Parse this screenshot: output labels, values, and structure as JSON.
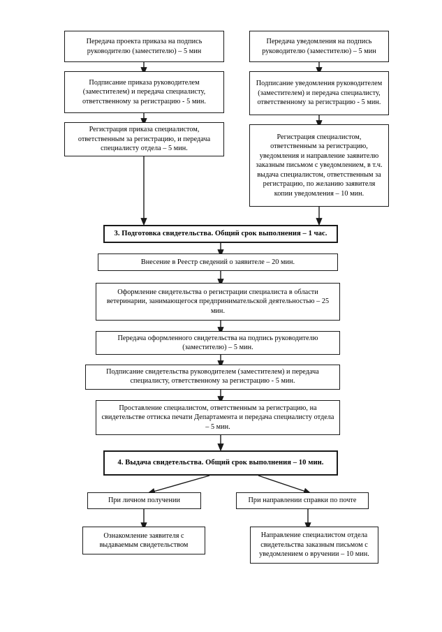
{
  "document": {
    "type": "process-flowchart",
    "language": "ru",
    "title": "Блок-схема: подготовка и выдача свидетельства"
  },
  "nodes": {
    "left_order_to_sign": "Передача проекта приказа на подпись руководителю (заместителю) – 5 мин",
    "left_order_signed": "Подписание приказа руководителем (заместителем) и передача специалисту, ответственному за регистрацию -  5 мин.",
    "left_order_registered": "Регистрация приказа специалистом, ответственным за регистрацию, и передача специалисту отдела – 5 мин.",
    "right_notice_to_sign": "Передача уведомления на подпись руководителю (заместителю) – 5 мин",
    "right_notice_signed": "Подписание уведомления руководителем (заместителем) и передача специалисту, ответственному за регистрацию -  5 мин.",
    "right_notice_registered": "Регистрация специалистом, ответственным за регистрацию, уведомления и направление заявителю заказным письмом с уведомлением, в т.ч. выдача специалистом, ответственным за регистрацию, по желанию заявителя копии уведомления – 10 мин.",
    "section_three": "3. Подготовка свидетельства. Общий срок выполнения – 1 час.",
    "registry_entry": "Внесение в Реестр сведений о заявителе – 20 мин.",
    "certificate_drafting": "Оформление свидетельства о регистрации специалиста в области ветеринарии, занимающегося предпринимательской деятельностью – 25 мин.",
    "certificate_to_sign": "Передача оформленного свидетельства на подпись руководителю (заместителю) – 5 мин.",
    "certificate_signed": "Подписание свидетельства руководителем (заместителем) и передача специалисту, ответственному за регистрацию -  5 мин.",
    "certificate_stamped": "Проставление специалистом, ответственным за регистрацию, на свидетельстве оттиска печати Департамента и передача специалисту отдела – 5 мин.",
    "section_four": "4. Выдача свидетельства. Общий срок выполнения – 10 мин.",
    "branch_in_person": "При личном получении",
    "branch_by_mail": "При направлении справки по почте",
    "outcome_in_person": "Ознакомление заявителя с выдаваемым свидетельством",
    "outcome_by_mail": "Направление специалистом отдела свидетельства заказным письмом с уведомлением о вручении – 10 мин."
  },
  "style": {
    "line_color": "#1a1a1a",
    "background": "#ffffff",
    "text_color": "#000000"
  }
}
